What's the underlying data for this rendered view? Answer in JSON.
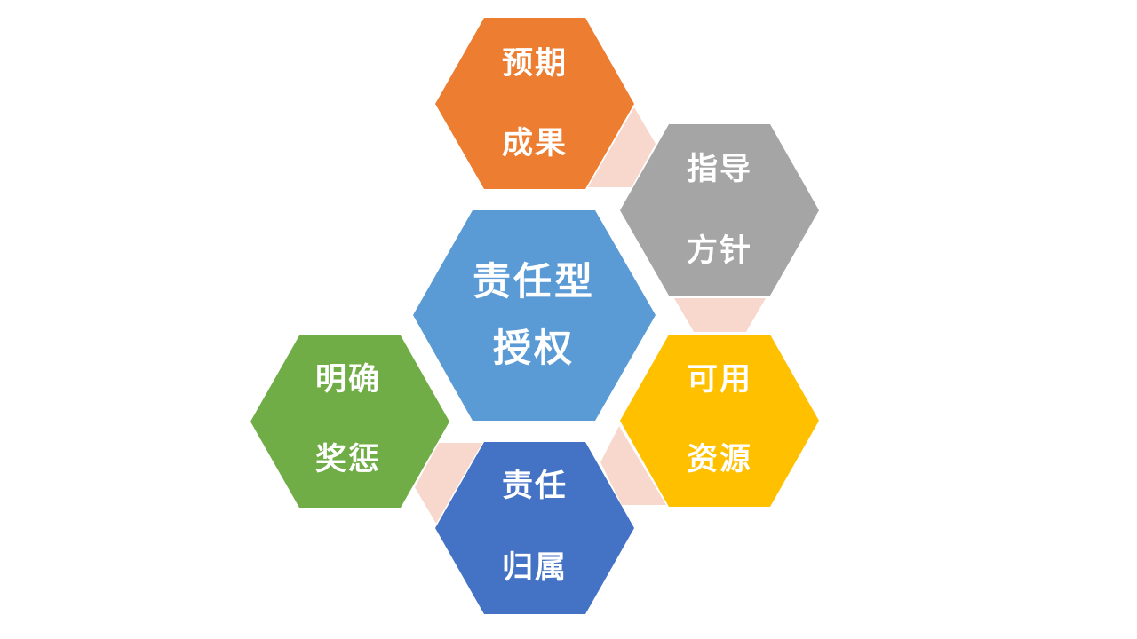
{
  "diagram": {
    "type": "hexagon-cluster",
    "background": "#FFFFFF",
    "connector_color": "#F8D7CD",
    "text_color": "#FFFFFF",
    "center": {
      "id": "responsibility-delegation",
      "line1": "责任型",
      "line2": "授权",
      "color": "#5B9BD5"
    },
    "nodes": [
      {
        "id": "expected-results",
        "line1": "预期",
        "line2": "成果",
        "color": "#ED7D31"
      },
      {
        "id": "guidelines",
        "line1": "指导",
        "line2": "方针",
        "color": "#A5A5A5"
      },
      {
        "id": "available-resources",
        "line1": "可用",
        "line2": "资源",
        "color": "#FFC000"
      },
      {
        "id": "accountability",
        "line1": "责任",
        "line2": "归属",
        "color": "#4472C4"
      },
      {
        "id": "clear-rewards-penalties",
        "line1": "明确",
        "line2": "奖惩",
        "color": "#70AD47"
      }
    ],
    "connectors": [
      {
        "from": "expected-results",
        "to": "guidelines"
      },
      {
        "from": "guidelines",
        "to": "available-resources"
      },
      {
        "from": "available-resources",
        "to": "accountability"
      },
      {
        "from": "accountability",
        "to": "clear-rewards-penalties"
      }
    ]
  }
}
